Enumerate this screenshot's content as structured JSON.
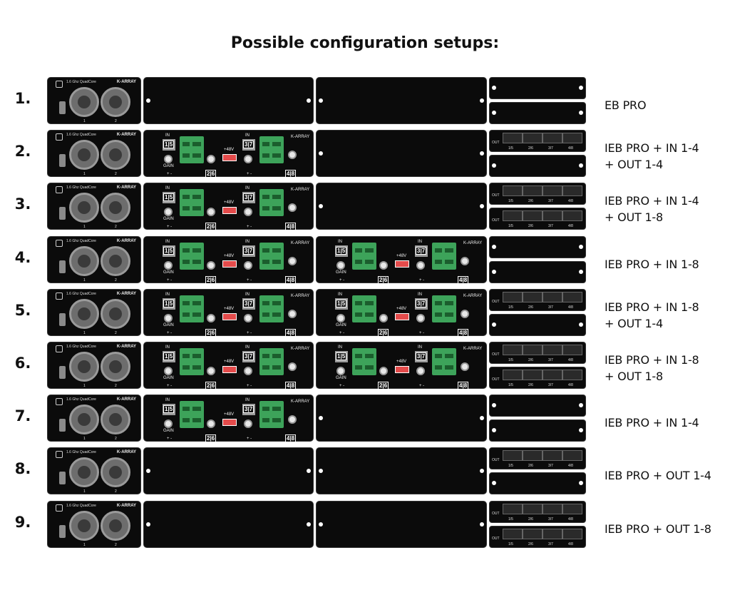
{
  "title": "Possible configuration setups:",
  "control_card": {
    "cpu_label": "1.6 Ghz QuadCore",
    "brand": "K-ARRAY",
    "port_labels": [
      "1",
      "2"
    ]
  },
  "input_card_text": {
    "in": "IN",
    "gain": "GAIN",
    "phantom": "+48V",
    "brand": "K-ARRAY",
    "ch_pairs": [
      "1|5",
      "3|7",
      "2|6",
      "4|8"
    ],
    "polarity": "+ -"
  },
  "output_card_text": {
    "out": "OUT",
    "pairs": [
      "1/5",
      "2/6",
      "3/7",
      "4/8"
    ]
  },
  "rows": [
    {
      "number": "1.",
      "slot1": "blank",
      "slot2": "blank",
      "out_top": "blank",
      "out_bottom": "blank",
      "config_lines": [
        "EB PRO"
      ]
    },
    {
      "number": "2.",
      "slot1": "input",
      "slot2": "blank",
      "out_top": "output",
      "out_bottom": "blank",
      "config_lines": [
        "IEB PRO + IN 1-4",
        "+ OUT 1-4"
      ]
    },
    {
      "number": "3.",
      "slot1": "input",
      "slot2": "blank",
      "out_top": "output",
      "out_bottom": "output",
      "config_lines": [
        "IEB PRO + IN 1-4",
        "+ OUT 1-8"
      ]
    },
    {
      "number": "4.",
      "slot1": "input",
      "slot2": "input",
      "out_top": "blank",
      "out_bottom": "blank",
      "config_lines": [
        "IEB PRO + IN 1-8"
      ]
    },
    {
      "number": "5.",
      "slot1": "input",
      "slot2": "input",
      "out_top": "output",
      "out_bottom": "blank",
      "config_lines": [
        "IEB PRO + IN 1-8",
        "+ OUT 1-4"
      ]
    },
    {
      "number": "6.",
      "slot1": "input",
      "slot2": "input",
      "out_top": "output",
      "out_bottom": "output",
      "config_lines": [
        "IEB PRO + IN 1-8",
        "+ OUT 1-8"
      ]
    },
    {
      "number": "7.",
      "slot1": "input",
      "slot2": "blank",
      "out_top": "blank",
      "out_bottom": "blank",
      "config_lines": [
        "IEB PRO + IN 1-4"
      ]
    },
    {
      "number": "8.",
      "slot1": "blank",
      "slot2": "blank",
      "out_top": "output",
      "out_bottom": "blank",
      "config_lines": [
        "IEB PRO + OUT 1-4"
      ]
    },
    {
      "number": "9.",
      "slot1": "blank",
      "slot2": "blank",
      "out_top": "output",
      "out_bottom": "output",
      "config_lines": [
        "IEB PRO + OUT 1-8"
      ]
    }
  ],
  "colors": {
    "panel": "#0b0b0b",
    "terminal_green": "#3da35a",
    "dip_red": "#e44b4b",
    "connector_grey": "#6d6d6d"
  }
}
